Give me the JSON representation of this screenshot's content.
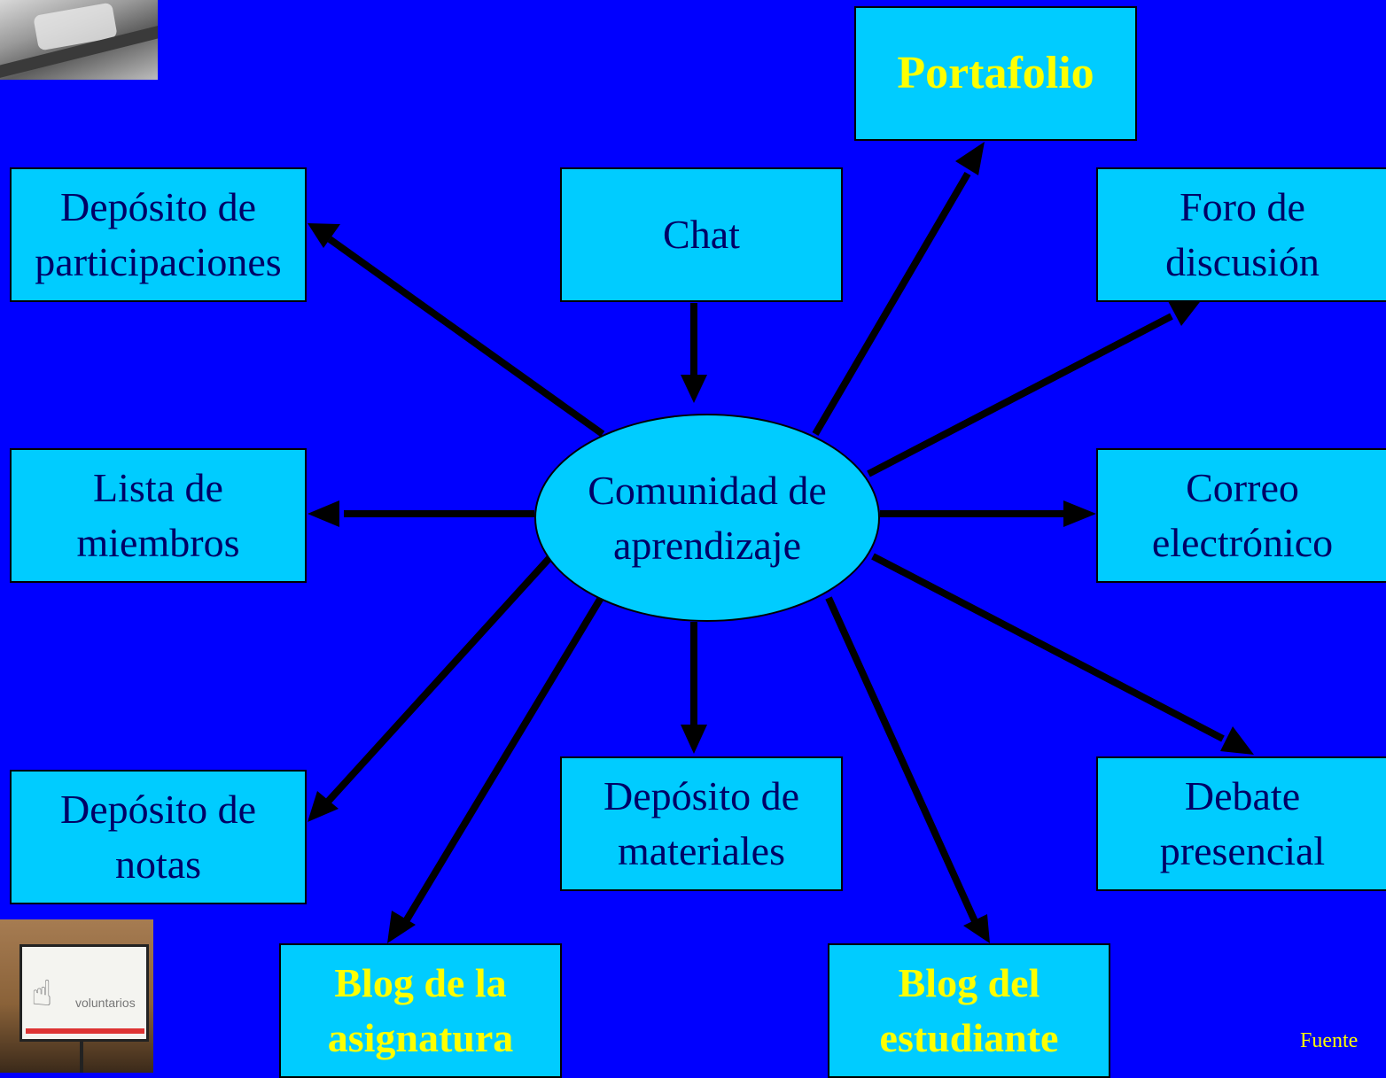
{
  "center": {
    "line1": "Comunidad de",
    "line2": "aprendizaje"
  },
  "nodes": {
    "portafolio": {
      "line1": "Portafolio"
    },
    "chat": {
      "line1": "Chat"
    },
    "deposito_participaciones": {
      "line1": "Depósito de",
      "line2": "participaciones"
    },
    "foro": {
      "line1": "Foro de",
      "line2": "discusión"
    },
    "lista": {
      "line1": "Lista de",
      "line2": "miembros"
    },
    "correo": {
      "line1": "Correo",
      "line2": "electrónico"
    },
    "deposito_notas": {
      "line1": "Depósito de",
      "line2": "notas"
    },
    "deposito_materiales": {
      "line1": "Depósito de",
      "line2": "materiales"
    },
    "debate": {
      "line1": "Debate",
      "line2": "presencial"
    },
    "blog_asignatura": {
      "line1": "Blog de la",
      "line2": "asignatura"
    },
    "blog_estudiante": {
      "line1": "Blog del",
      "line2": "estudiante"
    }
  },
  "footer": {
    "source": "Fuente"
  },
  "colors": {
    "background": "#0000FF",
    "box_fill": "#00CCFF",
    "text": "#000066",
    "highlight_text": "#FFFF00",
    "arrow": "#000000"
  }
}
